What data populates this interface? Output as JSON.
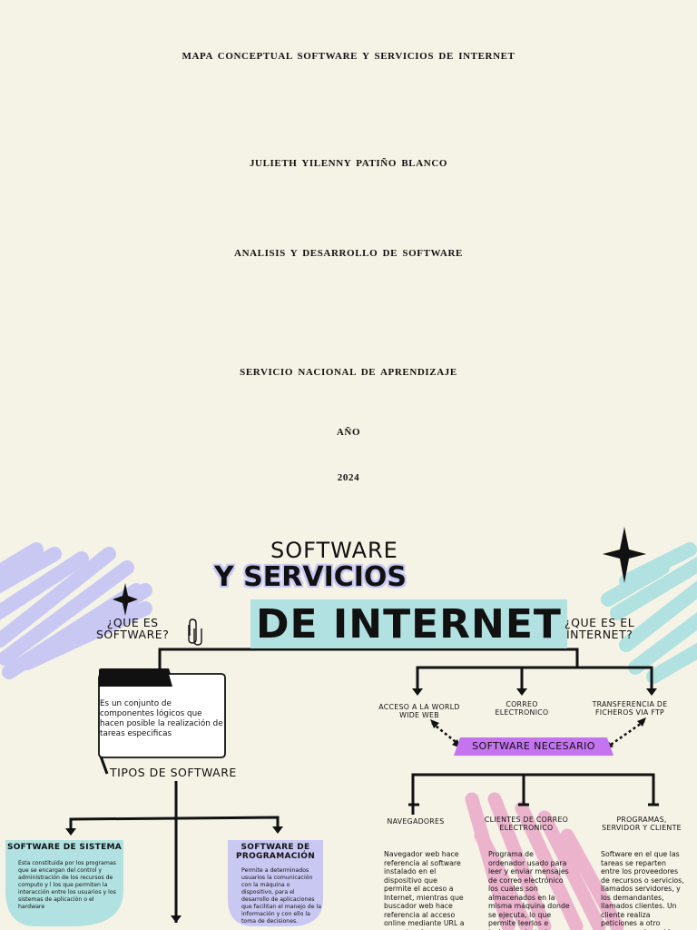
{
  "cover": {
    "title": "MAPA  CONCEPTUAL  SOFTWARE  Y  SERVICIOS  DE  INTERNET",
    "author": "JULIETH  YILENNY  PATIÑO  BLANCO",
    "program": "ANALISIS  Y  DESARROLLO  DE  SOFTWARE",
    "institution": "SERVICIO  NACIONAL  DE  APRENDIZAJE",
    "year_label": "AÑO",
    "year": "2024"
  },
  "map": {
    "title_line1": "SOFTWARE",
    "title_line2": "Y SERVICIOS",
    "title_line3": "DE INTERNET",
    "q_software": "¿QUE ES\nSOFTWARE?",
    "q_internet": "¿QUE ES EL\nINTERNET?",
    "software_definition": "Es un conjunto de componentes lógicos que hacen posible la realización de tareas especificas",
    "tipos_label": "TIPOS DE SOFTWARE",
    "sistema": {
      "title": "SOFTWARE DE SISTEMA",
      "text": "Esta constituida por los programas que se encargan del control y administración de los recursos de computo y l los que permiten la interacción entre los usuarios y los sistemas de aplicación o el hardware"
    },
    "programacion": {
      "title": "SOFTWARE DE\nPROGRAMACIÓN",
      "text": "Permite a determinados usuarios la comunicación con la máquina o dispositivo, para el desarrollo de aplicaciones que facilitan el manejo de la información y con ello la toma de decisiones."
    },
    "internet_items": [
      "ACCESO A LA WORLD\nWIDE WEB",
      "CORREO\nELECTRONICO",
      "TRANSFERENCIA DE\nFICHEROS VIA FTP"
    ],
    "software_necesario": "SOFTWARE NECESARIO",
    "necesario_items": [
      "NAVEGADORES",
      "CLIENTES DE CORREO\nELECTRONICO",
      "PROGRAMAS,\nSERVIDOR Y CLIENTE"
    ],
    "necesario_texts": [
      "Navegador web hace referencia al software instalado en el dispositivo que permite el acceso a Internet, mientras que buscador web hace referencia al acceso online mediante URL a un motor de búsqueda. Google",
      "Programa de ordenador usado para leer y enviar mensajes de correo electrónico los cuales son almacenados en la misma máquina donde se ejecuta, lo que permite leerlos e incluso redactarlos por fuera de línea",
      "Software en el que las tareas se reparten entre los proveedores de recursos o servicios, llamados servidores, y los demandantes, llamados clientes. Un cliente realiza peticiones a otro programa, el servidor, quien le da"
    ]
  },
  "colors": {
    "background": "#f5f3e6",
    "lavender": "#c9c8f3",
    "teal": "#b1e1e1",
    "purple": "#c474ef",
    "pink": "#ecb3cd"
  }
}
